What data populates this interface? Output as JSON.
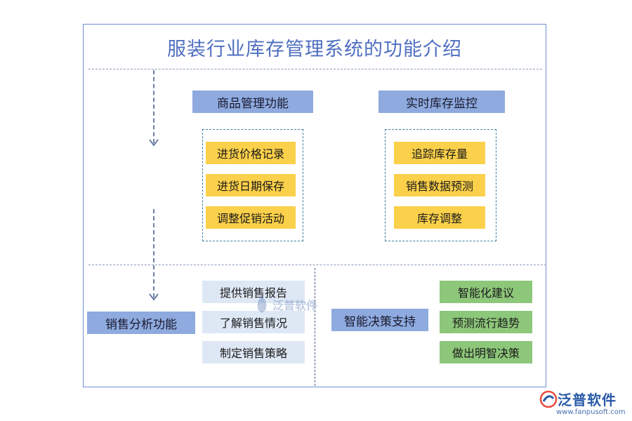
{
  "title": "服装行业库存管理系统的功能介绍",
  "product_mgmt": {
    "header": "商品管理功能",
    "items": [
      "进货价格记录",
      "进货日期保存",
      "调整促销活动"
    ]
  },
  "inventory_monitor": {
    "header": "实时库存监控",
    "items": [
      "追踪库存量",
      "销售数据预测",
      "库存调整"
    ]
  },
  "sales_analysis": {
    "header": "销售分析功能",
    "items": [
      "提供销售报告",
      "了解销售情况",
      "制定销售策略"
    ]
  },
  "decision_support": {
    "header": "智能决策支持",
    "items": [
      "智能化建议",
      "预测流行趋势",
      "做出明智决策"
    ]
  },
  "logo": {
    "name": "泛普软件",
    "url": "www.fanpusoft.com"
  },
  "watermark": {
    "name": "泛普软件"
  },
  "colors": {
    "header_blue": "#8eaadf",
    "item_yellow": "#fbd04a",
    "item_lightblue": "#dee8f5",
    "item_green": "#8dc77a",
    "title_blue": "#4f6fc0"
  }
}
